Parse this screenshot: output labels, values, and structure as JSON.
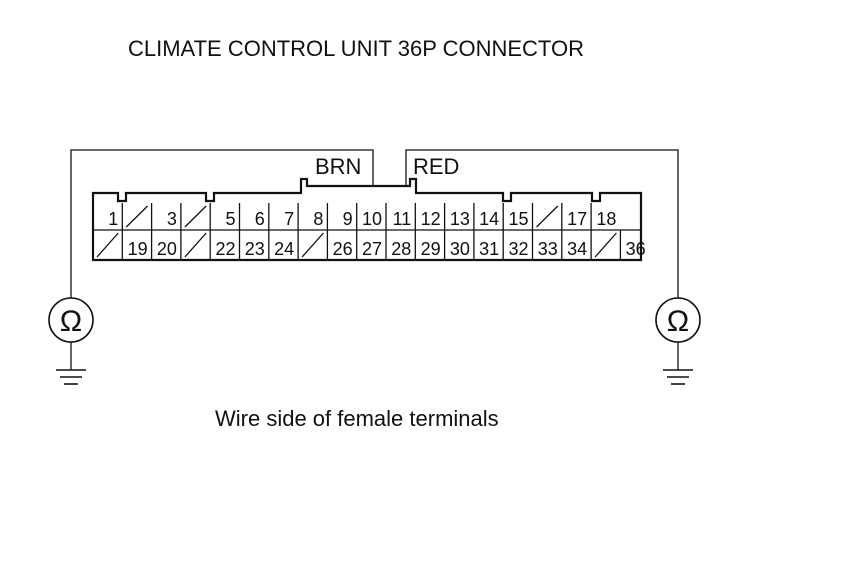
{
  "title": "CLIMATE CONTROL UNIT 36P CONNECTOR",
  "caption": "Wire side of female terminals",
  "wires": {
    "left_label": "BRN",
    "right_label": "RED"
  },
  "meter_symbol": "Ω",
  "connector": {
    "top_row": [
      "1",
      "",
      "3",
      "",
      "5",
      "6",
      "7",
      "8",
      "9",
      "10",
      "11",
      "12",
      "13",
      "14",
      "15",
      "",
      "17",
      "18"
    ],
    "bottom_row": [
      "",
      "19",
      "20",
      "",
      "22",
      "23",
      "24",
      "",
      "26",
      "27",
      "28",
      "29",
      "30",
      "31",
      "32",
      "33",
      "34",
      "",
      "36"
    ]
  },
  "icons": [
    "ohmmeter-icon",
    "ground-icon"
  ]
}
